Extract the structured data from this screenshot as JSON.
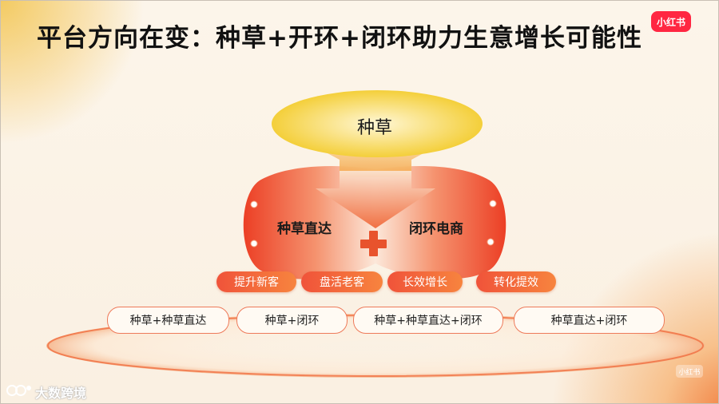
{
  "slide": {
    "title": "平台方向在变：种草+开环+闭环助力生意增长可能性",
    "logo_text": "小红书"
  },
  "diagram": {
    "top_label": "种草",
    "left_label": "种草直达",
    "right_label": "闭环电商",
    "colors": {
      "yellow": "#f4d03f",
      "orange_red": "#ef4b2c",
      "orange_light": "#fce7d8",
      "plus": "#e8532d"
    }
  },
  "benefits": [
    "提升新客",
    "盘活老客",
    "长效增长",
    "转化提效"
  ],
  "combos": [
    "种草+种草直达",
    "种草+闭环",
    "种草+种草直达+闭环",
    "种草直达+闭环"
  ],
  "watermark": {
    "text": "大数跨境",
    "corner_text": "小红书"
  }
}
